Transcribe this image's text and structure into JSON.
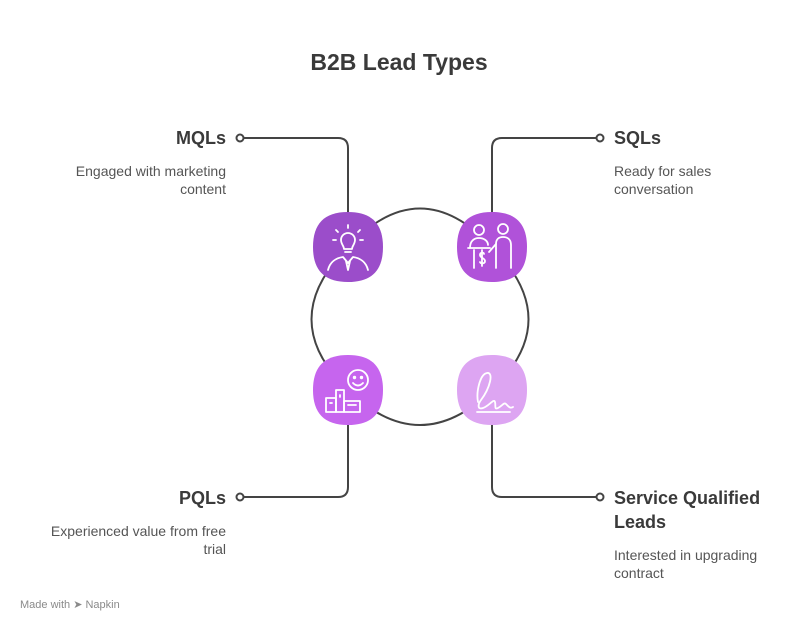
{
  "title": "B2B Lead Types",
  "items": [
    {
      "key": "mql",
      "heading": "MQLs",
      "description": "Engaged with marketing content",
      "color": "#9b4dca",
      "icon": "lightbulb-person-icon"
    },
    {
      "key": "sql",
      "heading": "SQLs",
      "description": "Ready for sales conversation",
      "color": "#b052d9",
      "icon": "sales-meeting-icon"
    },
    {
      "key": "pql",
      "heading": "PQLs",
      "description": "Experienced value from free trial",
      "color": "#c665ee",
      "icon": "happy-product-icon"
    },
    {
      "key": "service",
      "heading": "Service Qualified Leads",
      "description": "Interested in upgrading contract",
      "color": "#dda5f2",
      "icon": "signature-icon"
    }
  ],
  "footer": {
    "made_with": "Made with",
    "brand": "Napkin"
  }
}
